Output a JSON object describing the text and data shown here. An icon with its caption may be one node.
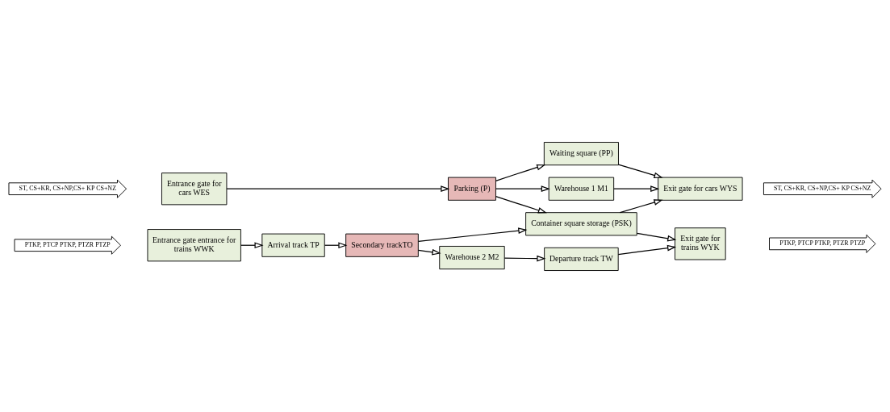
{
  "diagram": {
    "nodes": [
      {
        "text": [
          "ST, CS+KR, CS+NP,CS+ KP CS+NZ"
        ]
      },
      {
        "text": [
          "Entrance gate for cars WES"
        ]
      },
      {
        "text": [
          "Parking (P)"
        ]
      },
      {
        "text": [
          "Waiting square (PP)"
        ]
      },
      {
        "text": [
          "Warehouse 1 M1"
        ]
      },
      {
        "text": [
          "Container square storage (PSK)"
        ]
      },
      {
        "text": [
          "Exit gate for cars WYS"
        ]
      },
      {
        "text": [
          "ST, CS+KR, CS+NP,CS+ KP CS+NZ"
        ]
      },
      {
        "text": [
          "PTKP, PTCP PTKP, PTZR PTZP"
        ]
      },
      {
        "text": [
          "Entrance gate entrance for trains WWK"
        ]
      },
      {
        "text": [
          "Arrival track TP"
        ]
      },
      {
        "text": [
          "Secondary trackTO"
        ]
      },
      {
        "text": [
          "Warehouse 2 M2"
        ]
      },
      {
        "text": [
          "Departure track TW"
        ]
      },
      {
        "text": [
          "Exit gate for trains WYK"
        ]
      },
      {
        "text": [
          "PTKP, PTCP PTKP, PTZR PTZP"
        ]
      }
    ],
    "edges": [
      {
        "from": 1,
        "to": 2,
        "arrow": "to"
      },
      {
        "from": 2,
        "to": 3,
        "arrow": "to"
      },
      {
        "from": 2,
        "to": 4,
        "arrow": "to"
      },
      {
        "from": 2,
        "to": 5,
        "arrow": "to"
      },
      {
        "from": 3,
        "to": 6,
        "arrow": "to"
      },
      {
        "from": 4,
        "to": 6,
        "arrow": "to"
      },
      {
        "from": 5,
        "to": 6,
        "arrow": "to"
      },
      {
        "from": 5,
        "to": 14,
        "arrow": "to"
      },
      {
        "from": 9,
        "to": 10,
        "arrow": "to"
      },
      {
        "from": 10,
        "to": 11,
        "arrow": "to"
      },
      {
        "from": 11,
        "to": 5,
        "arrow": "to"
      },
      {
        "from": 11,
        "to": 12,
        "arrow": "to"
      },
      {
        "from": 12,
        "to": 13,
        "arrow": "to"
      },
      {
        "from": 13,
        "to": 14,
        "arrow": "to"
      }
    ]
  }
}
